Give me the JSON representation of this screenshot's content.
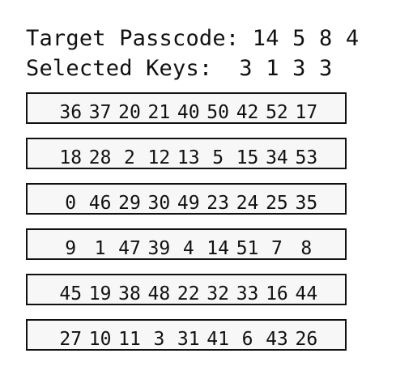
{
  "header": {
    "target_line": "Target Passcode: 14 5 8 4",
    "selected_line": "Selected Keys:  3 1 3 3"
  },
  "keypad": {
    "rows": [
      [
        "36",
        "37",
        "20",
        "21",
        "40",
        "50",
        "42",
        "52",
        "17"
      ],
      [
        "18",
        "28",
        "2",
        "12",
        "13",
        "5",
        "15",
        "34",
        "53"
      ],
      [
        "0",
        "46",
        "29",
        "30",
        "49",
        "23",
        "24",
        "25",
        "35"
      ],
      [
        "9",
        "1",
        "47",
        "39",
        "4",
        "14",
        "51",
        "7",
        "8"
      ],
      [
        "45",
        "19",
        "38",
        "48",
        "22",
        "32",
        "33",
        "16",
        "44"
      ],
      [
        "27",
        "10",
        "11",
        "3",
        "31",
        "41",
        "6",
        "43",
        "26"
      ]
    ]
  }
}
